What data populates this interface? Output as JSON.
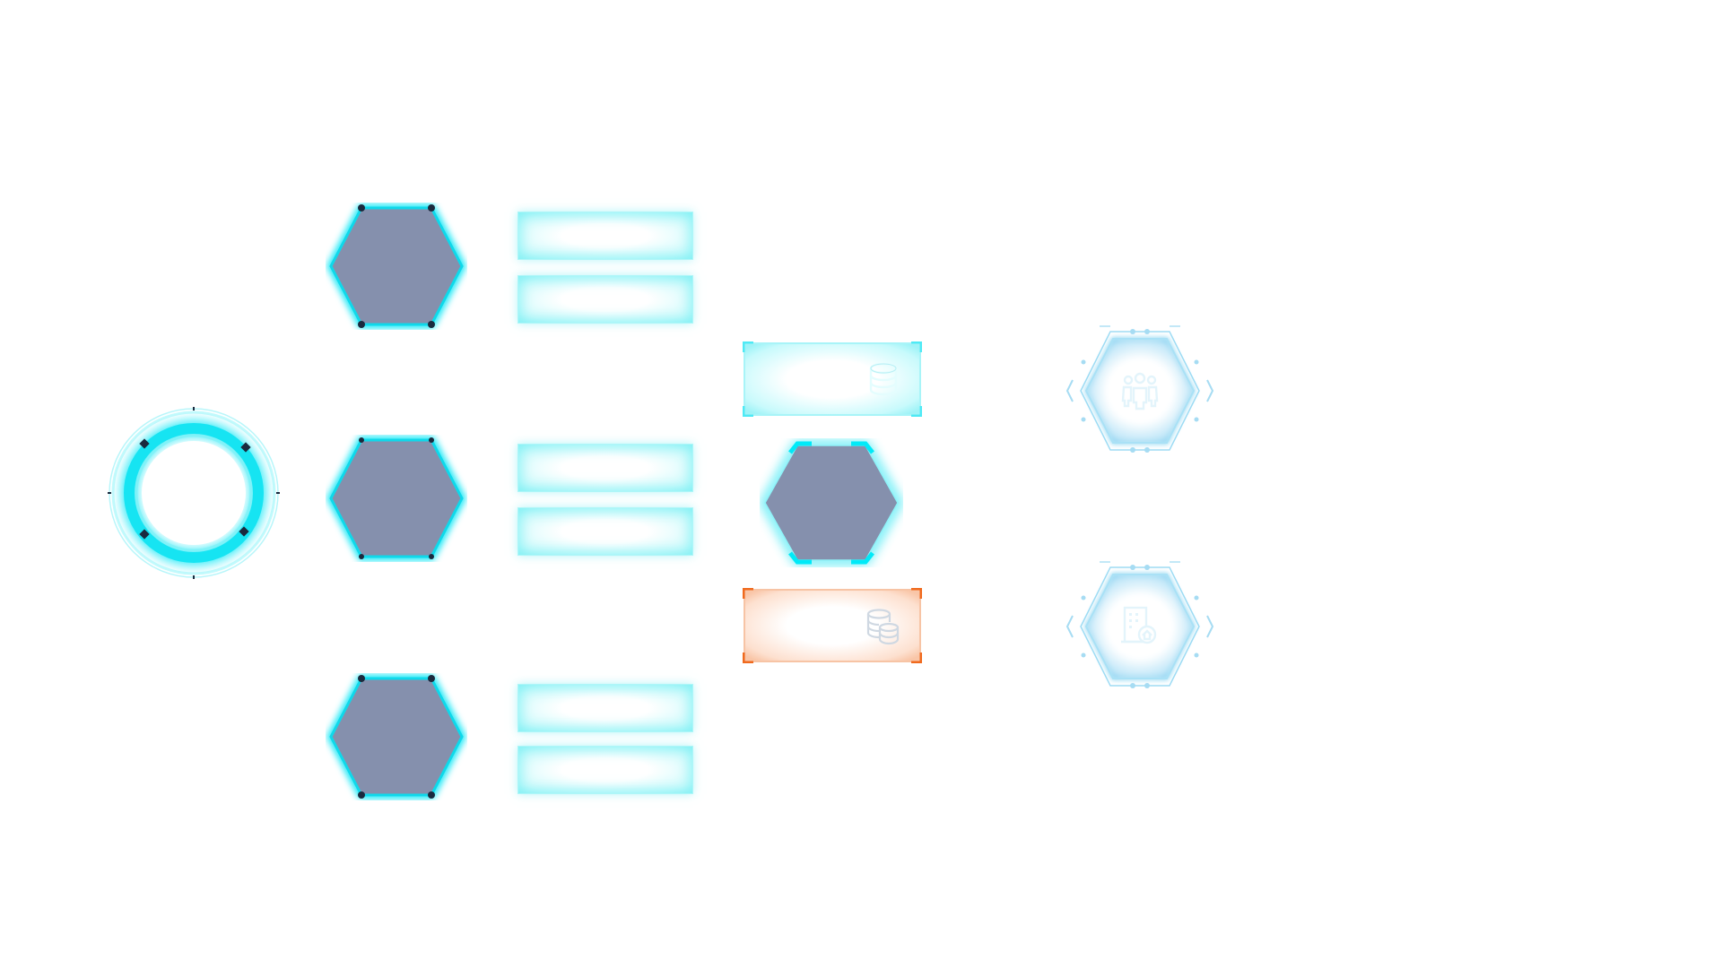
{
  "canvas": {
    "background": "#ffffff"
  },
  "colors": {
    "cyan_glow": "#00e6f6",
    "hex_fill": "#8590ad",
    "panel_edge": "#aef6f8",
    "orange_accent": "#f06a1e",
    "icon_blue": "#7fd2f0",
    "dark_marker": "#1a2a3e"
  },
  "ring": {
    "icon": "glowing-ring-icon"
  },
  "hex_nodes": [
    {
      "id": "hex-node-1",
      "label": ""
    },
    {
      "id": "hex-node-2",
      "label": ""
    },
    {
      "id": "hex-node-3",
      "label": ""
    },
    {
      "id": "hex-node-4",
      "label": ""
    }
  ],
  "panels": [
    {
      "id": "panel-1a",
      "text": ""
    },
    {
      "id": "panel-1b",
      "text": ""
    },
    {
      "id": "panel-2a",
      "text": ""
    },
    {
      "id": "panel-2b",
      "text": ""
    },
    {
      "id": "panel-3a",
      "text": ""
    },
    {
      "id": "panel-3b",
      "text": ""
    }
  ],
  "cards": [
    {
      "id": "db-card-cyan",
      "icon": "database-icon",
      "accent": "#00e6f6",
      "text": ""
    },
    {
      "id": "db-card-orange",
      "icon": "database-stack-icon",
      "accent": "#f06a1e",
      "text": ""
    }
  ],
  "outline_hexes": [
    {
      "id": "outline-hex-team",
      "icon": "team-icon"
    },
    {
      "id": "outline-hex-building",
      "icon": "building-icon"
    }
  ]
}
